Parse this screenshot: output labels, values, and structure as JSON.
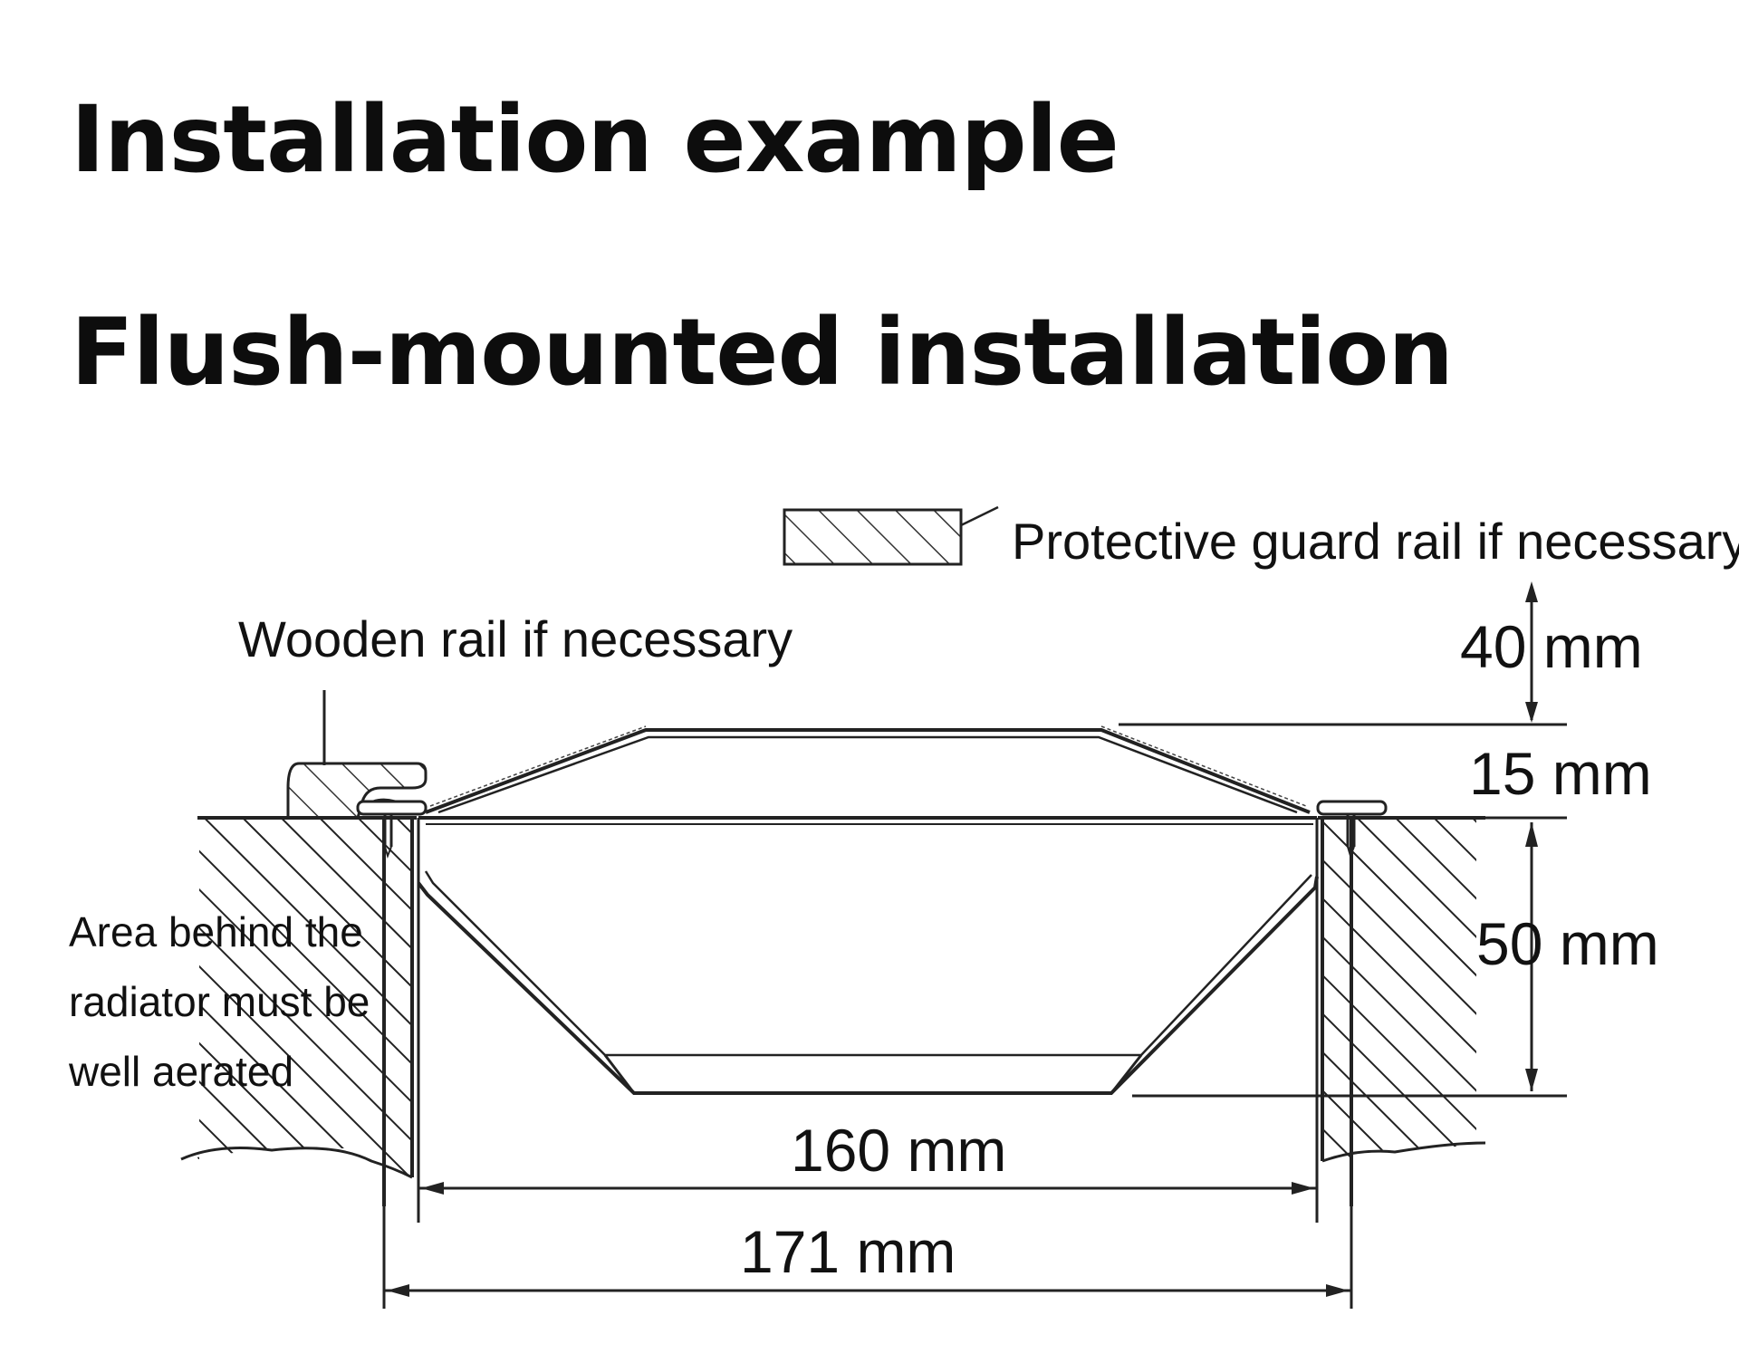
{
  "title": "Installation example",
  "subtitle": "Flush-mounted installation",
  "labels": {
    "guard_rail": "Protective guard rail if necessary",
    "wooden_rail": "Wooden rail if necessary",
    "area_note": [
      "Area behind the",
      "radiator must be",
      "well aerated"
    ]
  },
  "dimensions": {
    "guard_clearance": "40 mm",
    "protrusion": "15 mm",
    "depth": "50 mm",
    "inner_width": "160 mm",
    "outer_width": "171 mm"
  }
}
